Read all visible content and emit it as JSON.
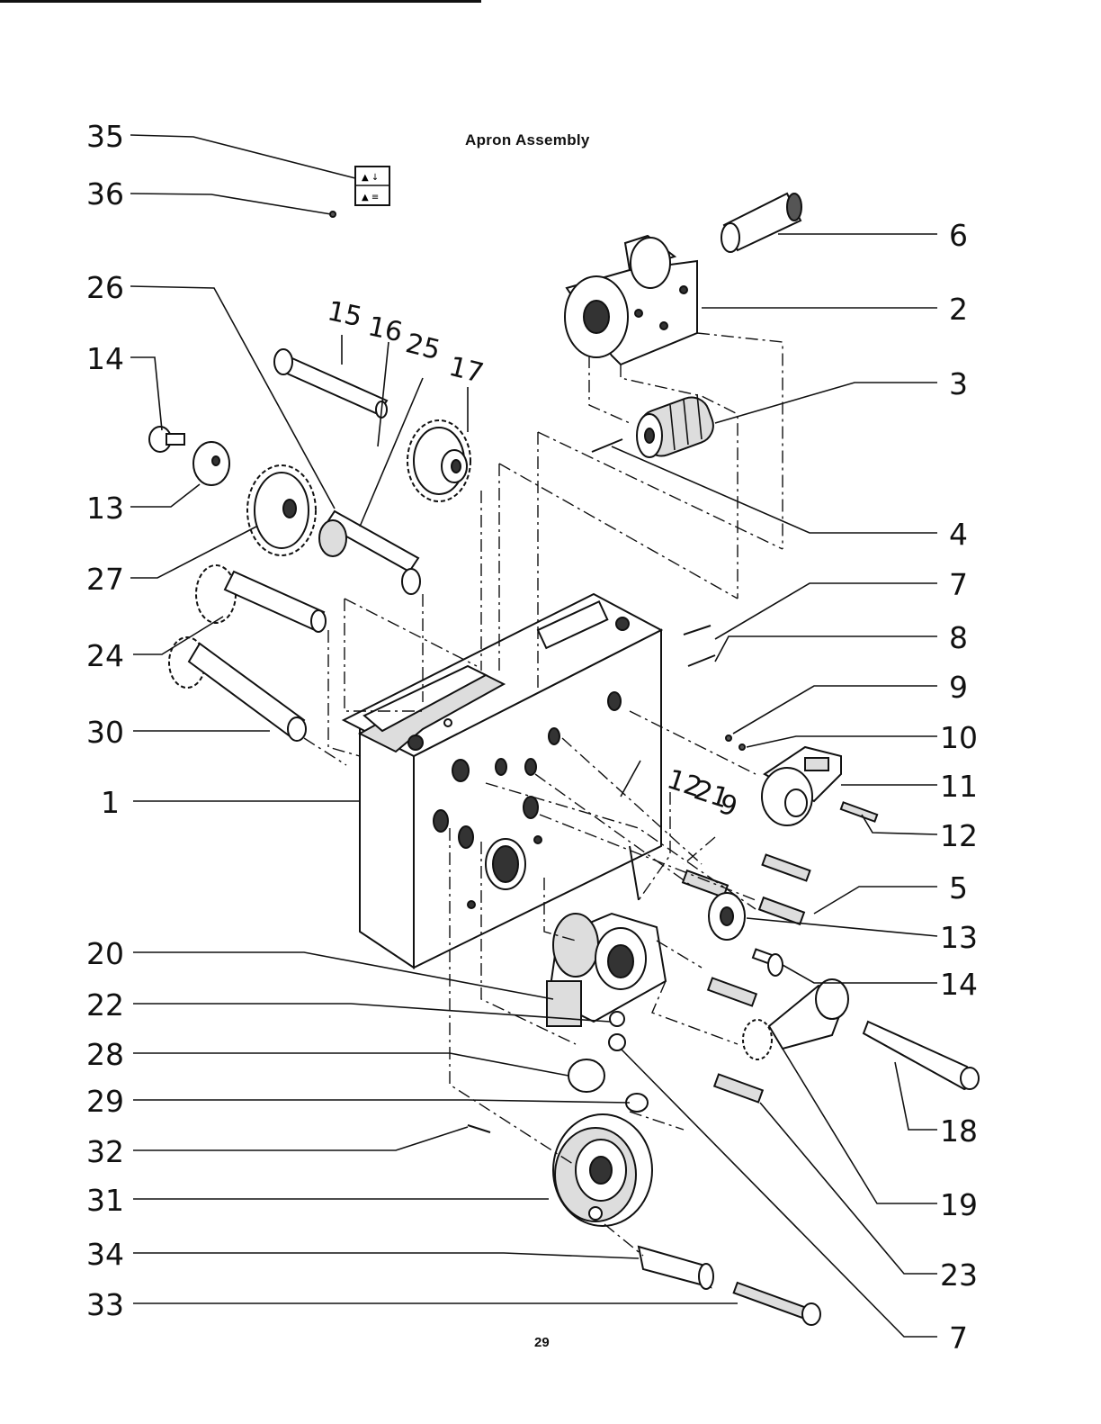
{
  "title": "Apron Assembly",
  "page_number": "29",
  "callouts_left": [
    "35",
    "36",
    "26",
    "14",
    "13",
    "27",
    "24",
    "30",
    "1",
    "20",
    "22",
    "28",
    "29",
    "32",
    "31",
    "34",
    "33"
  ],
  "callouts_right": [
    "6",
    "2",
    "3",
    "4",
    "7",
    "8",
    "9",
    "10",
    "11",
    "12",
    "5",
    "13",
    "14",
    "18",
    "19",
    "23",
    "7"
  ],
  "callouts_top": [
    "15",
    "16",
    "25",
    "17"
  ],
  "callouts_center": [
    "12",
    "21",
    "9"
  ]
}
